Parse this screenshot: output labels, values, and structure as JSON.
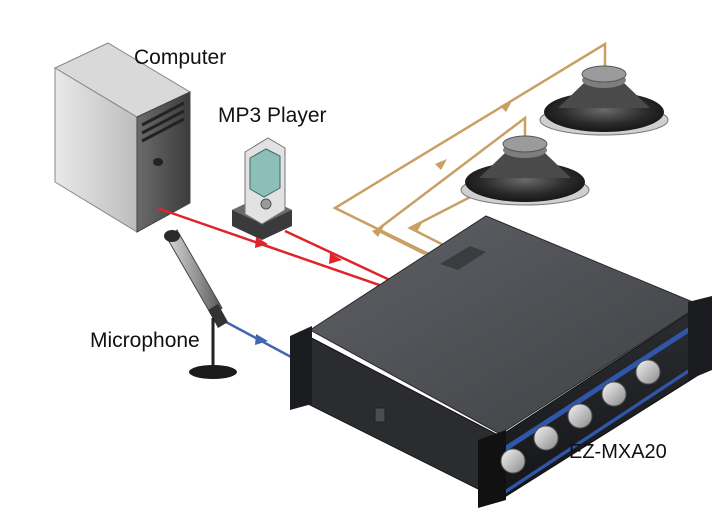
{
  "labels": {
    "computer": "Computer",
    "mp3_player": "MP3 Player",
    "microphone": "Microphone",
    "device_model": "EZ-MXA20"
  },
  "colors": {
    "line_level_signal": "#e0242b",
    "mic_signal": "#4466b0",
    "speaker_signal": "#c9a063",
    "device_body": "#4a4c50",
    "panel": "#1c1e22",
    "panel_trim": "#2f56a8"
  },
  "icons": {
    "computer": "pc-tower-icon",
    "mp3_player": "mp3-player-dock-icon",
    "microphone": "stand-microphone-icon",
    "speaker": "speaker-driver-icon",
    "device": "audio-mixer-amplifier-icon"
  }
}
